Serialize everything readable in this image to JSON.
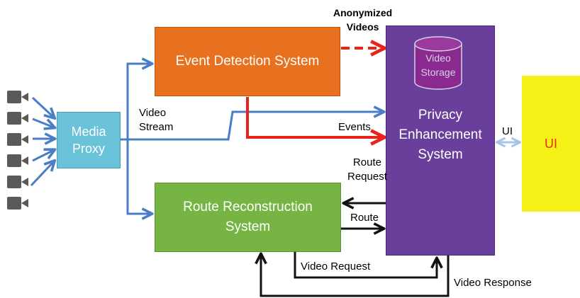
{
  "nodes": {
    "media_proxy": "Media\nProxy",
    "event_detection": "Event Detection System",
    "route_reconstruction": "Route Reconstruction\nSystem",
    "privacy_enhancement": "Privacy\nEnhancement\nSystem",
    "video_storage": "Video\nStorage",
    "ui": "UI"
  },
  "edge_labels": {
    "anonymized_videos": "Anonymized\nVideos",
    "video_stream": "Video\nStream",
    "events": "Events",
    "route_request": "Route\nRequest",
    "route": "Route",
    "video_request": "Video Request",
    "video_response": "Video Response",
    "ui": "UI"
  },
  "colors": {
    "media_proxy": "#6ac2d9",
    "event_detection": "#e8711f",
    "route_reconstruction": "#76b543",
    "privacy_enhancement": "#6a3f9c",
    "ui": "#f5f015",
    "blue_arrow": "#4a7ec4",
    "red_arrow": "#e8231c",
    "black_arrow": "#111111",
    "ui_arrow": "#a9c3e6"
  },
  "icons": {
    "camera": "video-camera-icon",
    "count": 6
  }
}
